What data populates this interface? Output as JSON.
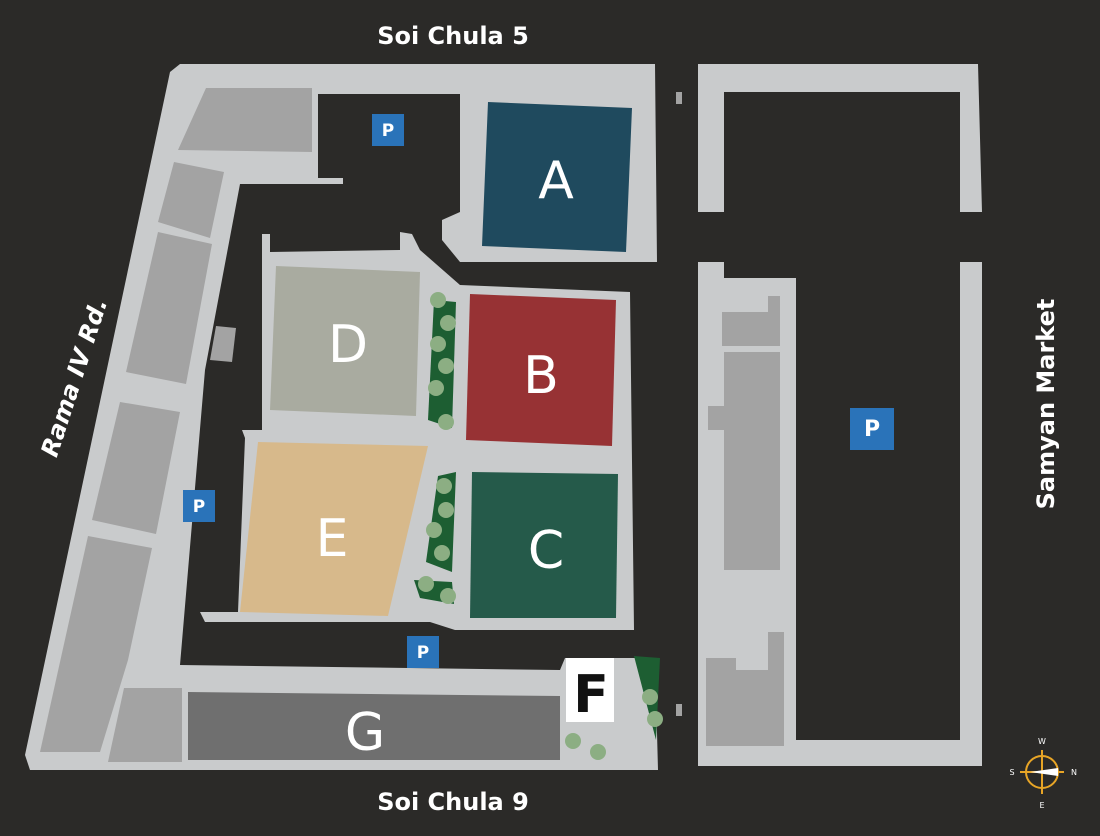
{
  "streets": {
    "north": "Soi Chula 5",
    "south": "Soi Chula 9",
    "west": "Rama IV Rd.",
    "east": "Samyan Market"
  },
  "buildings": {
    "a": {
      "label": "A",
      "color": "#1f4a5e"
    },
    "b": {
      "label": "B",
      "color": "#973234"
    },
    "c": {
      "label": "C",
      "color": "#255a4a"
    },
    "d": {
      "label": "D",
      "color": "#a9aba0"
    },
    "e": {
      "label": "E",
      "color": "#d7b98b"
    },
    "f": {
      "label": "F",
      "color": "#ffffff"
    },
    "g": {
      "label": "G",
      "color": "#6f6f6f"
    }
  },
  "parking": {
    "label": "P",
    "color": "#2a73b9"
  },
  "compass": {
    "north": "N",
    "south": "S",
    "east": "E",
    "west": "W"
  },
  "colors": {
    "background": "#2b2a28",
    "ground": "#c9cbcc",
    "structure": "#a3a3a3",
    "greenery": "#1d5e32",
    "tree": "#8cae83"
  }
}
